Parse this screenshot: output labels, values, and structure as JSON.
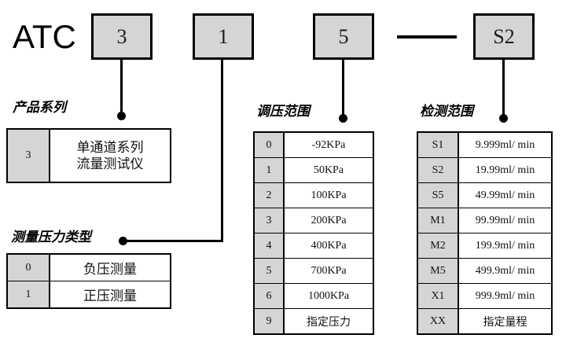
{
  "model_code": {
    "brand": "ATC",
    "boxes": [
      {
        "name": "series",
        "value": "3"
      },
      {
        "name": "pressure-type",
        "value": "1"
      },
      {
        "name": "pressure-range",
        "value": "5"
      },
      {
        "name": "separator",
        "value": "—"
      },
      {
        "name": "detection-range",
        "value": "S2"
      }
    ]
  },
  "sections": {
    "series": {
      "title": "产品系列",
      "rows": [
        {
          "code": "3",
          "desc": "单通道系列\n流量测试仪"
        }
      ]
    },
    "pressure_type": {
      "title": "测量压力类型",
      "rows": [
        {
          "code": "0",
          "desc": "负压测量"
        },
        {
          "code": "1",
          "desc": "正压测量"
        }
      ]
    },
    "pressure_range": {
      "title": "调压范围",
      "rows": [
        {
          "code": "0",
          "desc": "-92KPa"
        },
        {
          "code": "1",
          "desc": "50KPa"
        },
        {
          "code": "2",
          "desc": "100KPa"
        },
        {
          "code": "3",
          "desc": "200KPa"
        },
        {
          "code": "4",
          "desc": "400KPa"
        },
        {
          "code": "5",
          "desc": "700KPa"
        },
        {
          "code": "6",
          "desc": "1000KPa"
        },
        {
          "code": "9",
          "desc": "指定压力"
        }
      ]
    },
    "detection_range": {
      "title": "检测范围",
      "rows": [
        {
          "code": "S1",
          "desc": "9.999ml/ min"
        },
        {
          "code": "S2",
          "desc": "19.99ml/ min"
        },
        {
          "code": "S5",
          "desc": "49.99ml/ min"
        },
        {
          "code": "M1",
          "desc": "99.99ml/ min"
        },
        {
          "code": "M2",
          "desc": "199.9ml/ min"
        },
        {
          "code": "M5",
          "desc": "499.9ml/ min"
        },
        {
          "code": "X1",
          "desc": "999.9ml/ min"
        },
        {
          "code": "XX",
          "desc": "指定量程"
        }
      ]
    }
  },
  "colors": {
    "box_fill": "#d5d5d5",
    "line": "#000000",
    "background": "#ffffff"
  }
}
